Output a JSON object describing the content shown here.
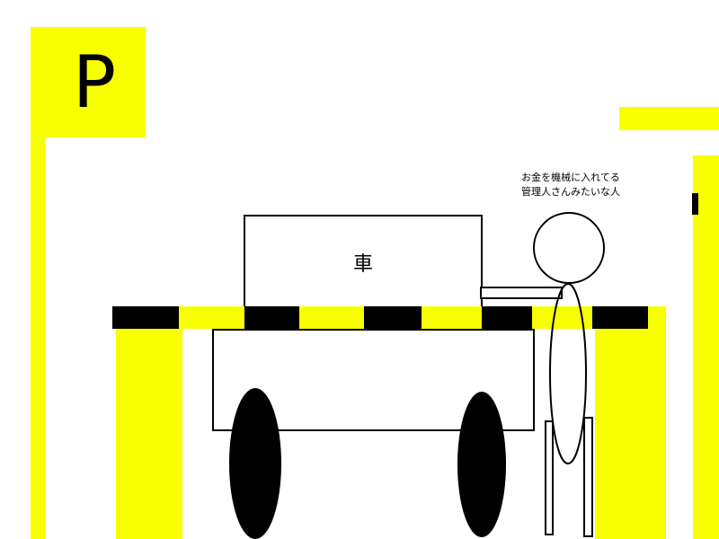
{
  "sign": {
    "letter": "P"
  },
  "car": {
    "label": "車"
  },
  "caption": {
    "line1": "お金を機械に入れてる",
    "line2": "管理人さんみたいな人"
  },
  "colors": {
    "yellow": "#f7ff00",
    "black": "#000000",
    "background": "#ffffff"
  }
}
